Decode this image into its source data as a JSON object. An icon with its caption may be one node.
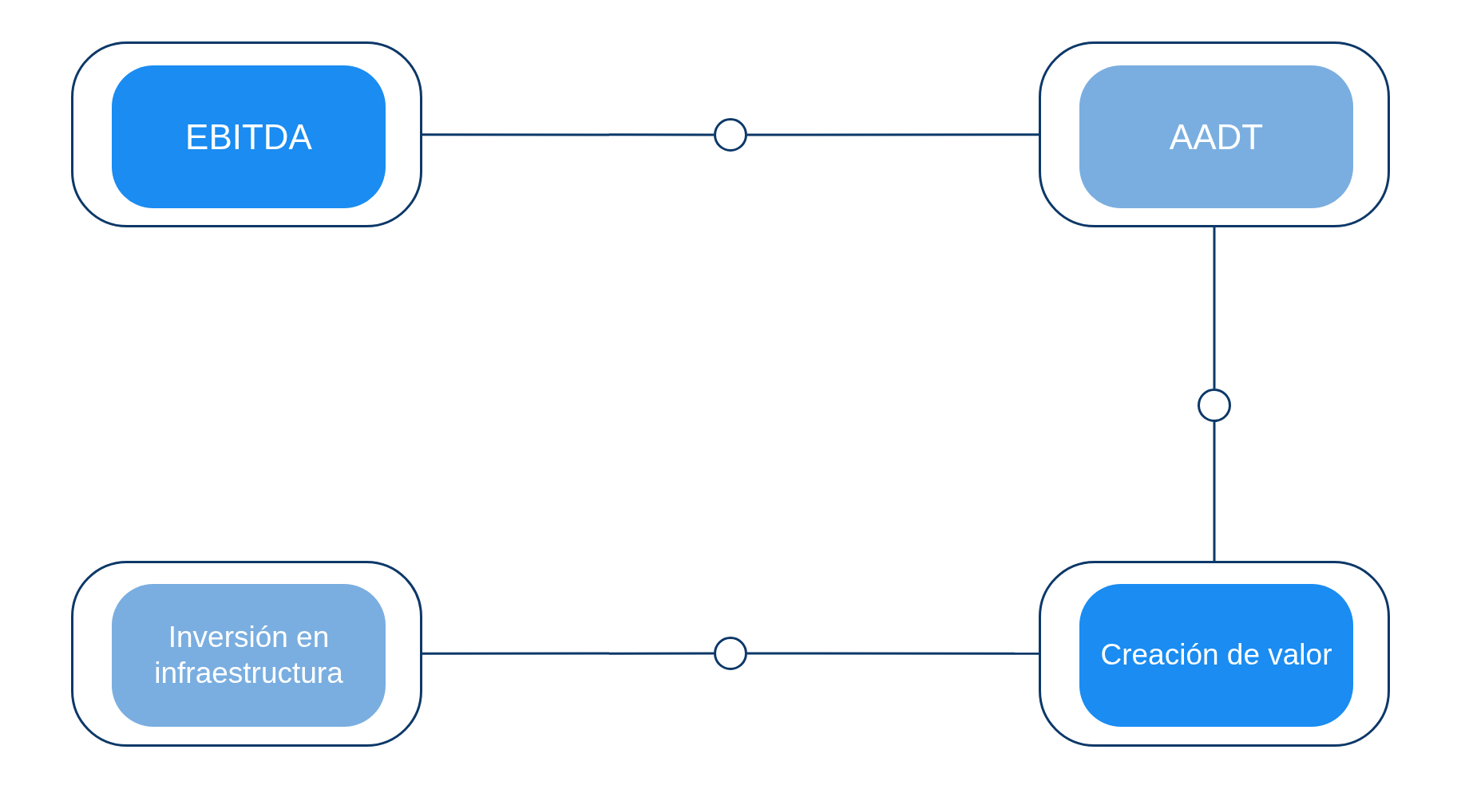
{
  "diagram": {
    "nodes": [
      {
        "text": [],
        "shape": "box"
      },
      {
        "text": [
          "EBITDA"
        ],
        "in": 0
      },
      {
        "text": [],
        "shape": "box"
      },
      {
        "text": [
          "AADT"
        ],
        "in": 2
      },
      {
        "text": [],
        "shape": "box"
      },
      {
        "text": [
          "Inversión en infraestructura"
        ],
        "in": 4
      },
      {
        "text": [],
        "shape": "box"
      },
      {
        "text": [
          "Creación de valor"
        ],
        "in": 6
      },
      {
        "text": [],
        "shape": "circle"
      },
      {
        "text": [],
        "shape": "circle"
      },
      {
        "text": [],
        "shape": "circle"
      }
    ],
    "edges": [
      {
        "from": 0,
        "to": 8,
        "arrow": "none"
      },
      {
        "from": 8,
        "to": 2,
        "arrow": "none"
      },
      {
        "from": 2,
        "to": 9,
        "arrow": "none"
      },
      {
        "from": 9,
        "to": 6,
        "arrow": "none"
      },
      {
        "from": 4,
        "to": 10,
        "arrow": "none"
      },
      {
        "from": 10,
        "to": 6,
        "arrow": "none"
      }
    ]
  }
}
